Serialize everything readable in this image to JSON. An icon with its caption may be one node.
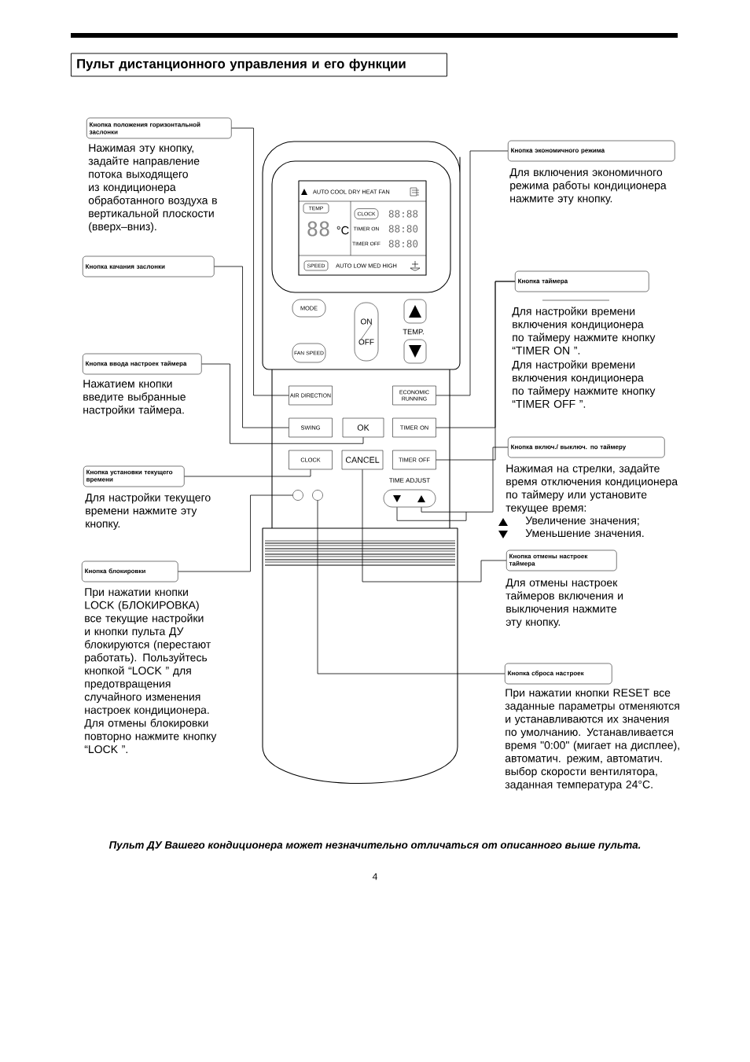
{
  "diagram": {
    "title": "Пульт дистанционного управления и его функции",
    "caption": "Пульт ДУ Вашего кондиционера может незначительно отличаться от описанного выше пульта.",
    "nodes": [
      {
        "text": [
          "Кнопка положения горизонтальной заслонки"
        ],
        "beside": [
          "Нажимая эту кнопку, задайте направление потока выходящего из кондиционера обработанного воздуха в вертикальной плоскости (вверх–вниз)."
        ]
      },
      {
        "text": [
          "Кнопка качания заслонки"
        ]
      },
      {
        "text": [
          "Кнопка ввода настроек таймера"
        ],
        "beside": [
          "Нажатием кнопки введите выбранные настройки таймера."
        ]
      },
      {
        "text": [
          "Кнопка установки текущего времени"
        ],
        "beside": [
          "Для настройки текущего времени нажмите эту кнопку."
        ]
      },
      {
        "text": [
          "Кнопка блокировки"
        ],
        "beside": [
          "При нажатии кнопки LOCK (БЛОКИРОВКА) все текущие настройки и кнопки пульта ДУ блокируются (перестают работать). Пользуйтесь кнопкой “LOCK ” для предотвращения случайного изменения настроек кондиционера. Для отмены блокировки повторно нажмите кнопку “LOCK ”."
        ]
      },
      {
        "text": [
          "Кнопка экономичного режима"
        ],
        "beside": [
          "Для включения экономичного режима работы кондиционера нажмите эту кнопку."
        ]
      },
      {
        "text": [
          "Кнопка таймера"
        ],
        "beside": [
          "Для настройки времени включения кондиционера по таймеру нажмите кнопку “TIMER ON ”.",
          "Для настройки времени включения кондиционера по таймеру нажмите кнопку “TIMER OFF ”."
        ]
      },
      {
        "text": [
          "Кнопка включ./ выключ. по таймеру"
        ],
        "beside": [
          "Нажимая на стрелки, задайте время отключения кондиционера по таймеру или установите текущее время:",
          "Увеличение значения;",
          "Уменьшение значения."
        ]
      },
      {
        "text": [
          "Кнопка отмены настроек таймера"
        ],
        "beside": [
          "Для отмены настроек таймеров включения и выключения нажмите эту кнопку."
        ]
      },
      {
        "text": [
          "Кнопка сброса настроек"
        ],
        "beside": [
          "При нажатии кнопки RESET все заданные параметры отменяются и устанавливаются их значения по умолчанию. Устанавливается время \"0:00\" (мигает на дисплее), автоматич. режим, автоматич. выбор скорости вентилятора, заданная температура 24°C."
        ]
      },
      {
        "text": [
          "TEMP"
        ]
      },
      {
        "text": [
          "CLOCK"
        ]
      },
      {
        "text": [
          "SPEED"
        ]
      },
      {
        "text": [
          "MODE"
        ]
      },
      {
        "text": [
          "ON",
          "OFF"
        ]
      },
      {
        "text": [],
        "shape": "box"
      },
      {
        "text": [
          "FAN SPEED"
        ]
      },
      {
        "text": [],
        "shape": "box"
      },
      {
        "text": [
          "AIR DIRECTION"
        ]
      },
      {
        "text": [
          "ECONOMIC RUNNING"
        ]
      },
      {
        "text": [
          "SWING"
        ]
      },
      {
        "text": [
          "OK"
        ]
      },
      {
        "text": [
          "TIMER ON"
        ]
      },
      {
        "text": [
          "CLOCK"
        ]
      },
      {
        "text": [
          "CANCEL"
        ]
      },
      {
        "text": [
          "TIMER OFF"
        ]
      },
      {
        "text": [],
        "shape": "box"
      },
      {
        "text": [],
        "shape": "circle"
      },
      {
        "text": [],
        "shape": "circle"
      }
    ],
    "edges": [
      {
        "from": 0,
        "to": 18,
        "arrow": "none"
      },
      {
        "from": 1,
        "to": 20,
        "arrow": "none"
      },
      {
        "from": 2,
        "to": 21,
        "arrow": "none"
      },
      {
        "from": 3,
        "to": 23,
        "arrow": "none"
      },
      {
        "from": 4,
        "to": 27,
        "arrow": "none"
      },
      {
        "from": 5,
        "to": 19,
        "arrow": "none"
      },
      {
        "from": 6,
        "to": 22,
        "arrow": "none"
      },
      {
        "from": 6,
        "to": 25,
        "arrow": "none"
      },
      {
        "from": 7,
        "to": 26,
        "arrow": "none"
      },
      {
        "from": 8,
        "to": 24,
        "arrow": "none"
      },
      {
        "from": 9,
        "to": 28,
        "arrow": "none"
      }
    ],
    "labels": [
      "AUTO COOL DRY HEAT FAN",
      "88",
      "°C",
      "88:88",
      "TIMER ON",
      "88:80",
      "TIMER OFF",
      "88:80",
      "AUTO LOW MED HIGH",
      "TEMP.",
      "TIME ADJUST",
      "4"
    ]
  }
}
